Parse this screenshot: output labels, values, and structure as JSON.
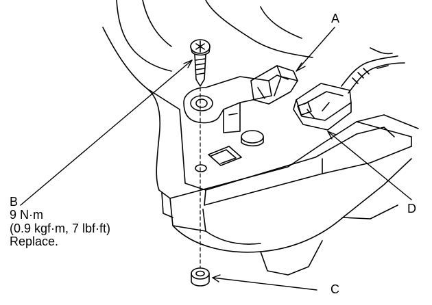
{
  "callouts": {
    "a": "A",
    "b": "B",
    "c": "C",
    "d": "D"
  },
  "spec": {
    "torque": "9 N·m",
    "torque_alt": "(0.9 kgf·m, 7 lbf·ft)",
    "note": "Replace."
  }
}
